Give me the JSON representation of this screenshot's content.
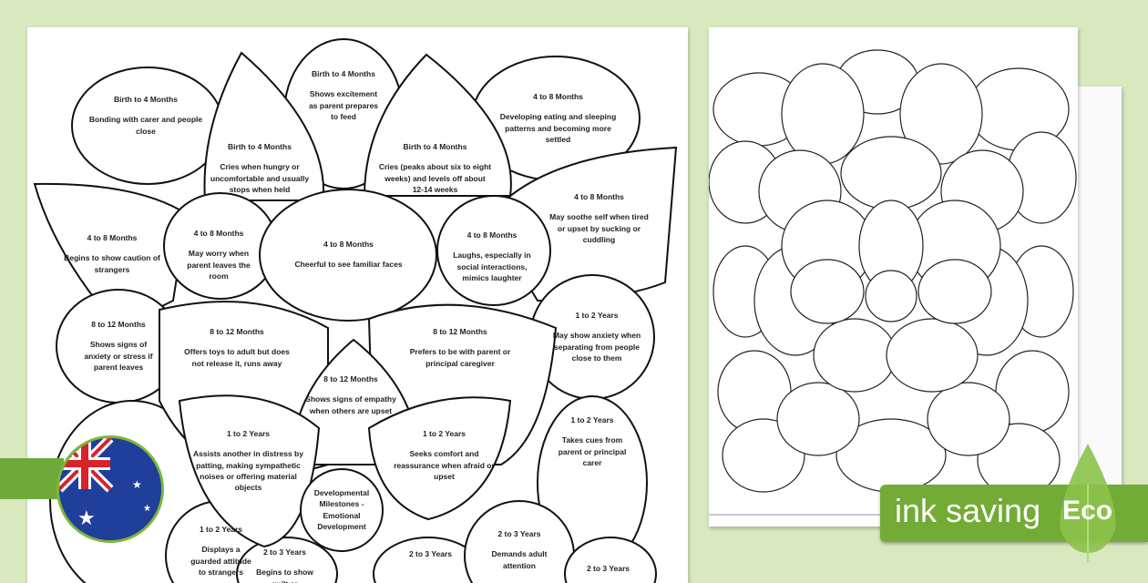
{
  "worksheet": {
    "center": "Developmental Milestones - Emotional Development",
    "petals": [
      {
        "age": "Birth to 4 Months",
        "text": "Bonding with carer and people close"
      },
      {
        "age": "Birth to 4 Months",
        "text": "Shows excitement as parent prepares to feed"
      },
      {
        "age": "Birth to 4 Months",
        "text": "Cries when hungry or uncomfortable and usually stops when held"
      },
      {
        "age": "Birth to 4 Months",
        "text": "Cries (peaks about six to eight weeks) and levels off about 12-14 weeks"
      },
      {
        "age": "4 to 8 Months",
        "text": "Developing eating and sleeping patterns and becoming more settled"
      },
      {
        "age": "4 to 8 Months",
        "text": "Begins to show caution of strangers"
      },
      {
        "age": "4 to 8 Months",
        "text": "May worry when parent leaves the room"
      },
      {
        "age": "4 to 8 Months",
        "text": "Cheerful to see familiar faces"
      },
      {
        "age": "4 to 8 Months",
        "text": "Laughs, especially in social interactions, mimics laughter"
      },
      {
        "age": "4 to 8 Months",
        "text": "May soothe self when tired or upset by sucking or cuddling"
      },
      {
        "age": "8 to 12 Months",
        "text": "Shows signs of anxiety or stress if parent leaves"
      },
      {
        "age": "8 to 12 Months",
        "text": "Offers toys to adult but does not release it, runs away"
      },
      {
        "age": "8 to 12 Months",
        "text": "Prefers to be with parent or principal caregiver"
      },
      {
        "age": "1 to 2 Years",
        "text": "May show anxiety when separating from people close to them"
      },
      {
        "age": "8 to 12 Months",
        "text": "Shows signs of empathy when others are upset"
      },
      {
        "age": "1 to 2 Years",
        "text": "Assists another in distress by patting, making sympathetic noises or offering material objects"
      },
      {
        "age": "1 to 2 Years",
        "text": "Seeks comfort and reassurance when afraid or upset"
      },
      {
        "age": "1 to 2 Years",
        "text": "Takes cues from parent or principal carer"
      },
      {
        "age": "1 to 2 Years",
        "text": "Displays a guarded attitude to strangers"
      },
      {
        "age": "2 to 3 Years",
        "text": "Begins to show guilt or"
      },
      {
        "age": "2 to 3 Years",
        "text": ""
      },
      {
        "age": "2 to 3 Years",
        "text": "Demands adult attention"
      },
      {
        "age": "2 to 3 Years",
        "text": ""
      }
    ]
  },
  "badge": {
    "label": "ink saving",
    "eco": "Eco",
    "color": "#72ab35"
  }
}
